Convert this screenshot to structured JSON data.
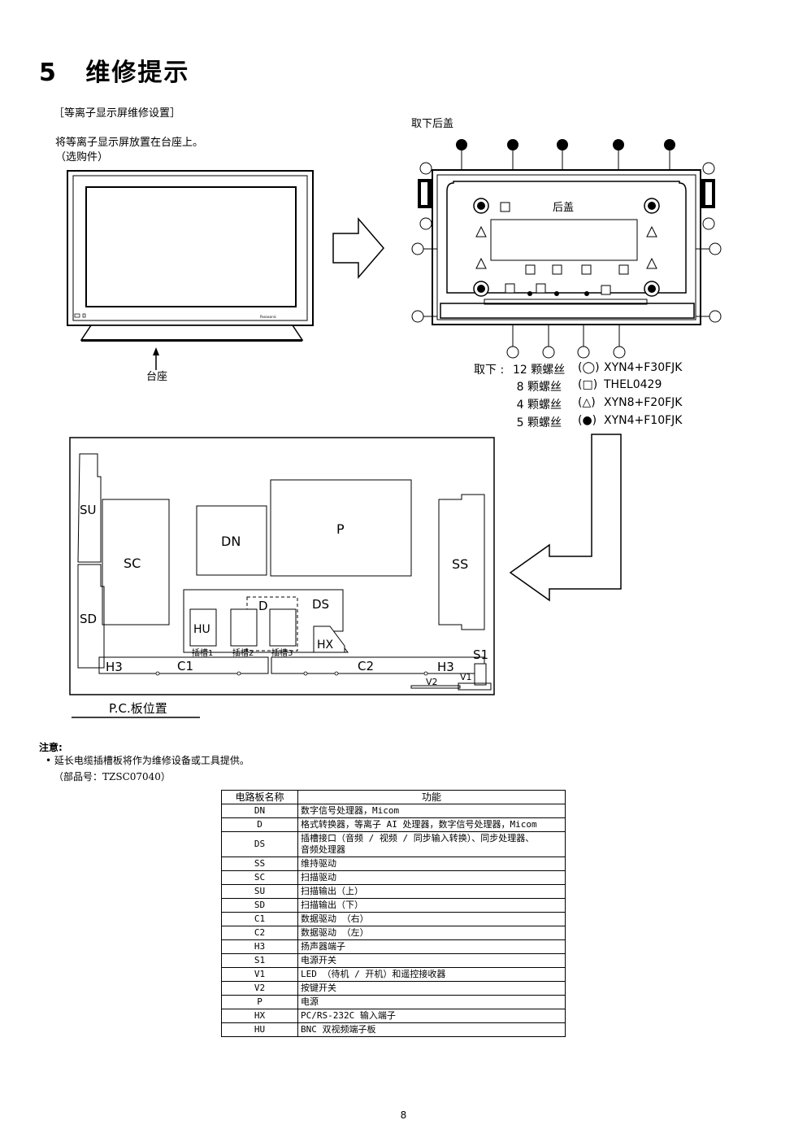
{
  "section": {
    "number": "5",
    "title": "维修提示"
  },
  "setup_heading": "［等离子显示屏维修设置］",
  "place_instruction": "将等离子显示屏放置在台座上。",
  "optional": "（选购件）",
  "stand_label": "台座",
  "tv_brand": "Panasonic",
  "remove_cover_label": "取下后盖",
  "back_cover_label": "后盖",
  "screw_list": {
    "prefix": "取下 :",
    "items": [
      {
        "count": "12 颗螺丝",
        "symbol": "(◯)",
        "part": "XYN4+F30FJK"
      },
      {
        "count": "8 颗螺丝",
        "symbol": "(□)",
        "part": "THEL0429"
      },
      {
        "count": "4 颗螺丝",
        "symbol": "(△)",
        "part": "XYN8+F20FJK"
      },
      {
        "count": "5 颗螺丝",
        "symbol": "(●)",
        "part": "XYN4+F10FJK"
      }
    ]
  },
  "boards": {
    "SU": "SU",
    "SC": "SC",
    "SD": "SD",
    "DN": "DN",
    "P": "P",
    "SS": "SS",
    "D": "D",
    "DS": "DS",
    "HU": "HU",
    "HX": "HX",
    "H3_left": "H3",
    "C1": "C1",
    "C2": "C2",
    "H3_right": "H3",
    "S1": "S1",
    "V2": "V2",
    "V1": "V1",
    "slot1": "插槽1",
    "slot2": "插槽2",
    "slot3": "插槽3"
  },
  "pcb_caption": "P.C.板位置",
  "note": {
    "title": "注意:",
    "line1": "•  延长电缆插槽板将作为维修设备或工具提供。",
    "line2": "（部品号：TZSC07040）"
  },
  "table": {
    "headers": [
      "电路板名称",
      "功能"
    ],
    "rows": [
      [
        "DN",
        "数字信号处理器，Micom"
      ],
      [
        "D",
        "格式转换器，等离子 AI 处理器，数字信号处理器，Micom"
      ],
      [
        "DS",
        "插槽接口（音频 / 视频 / 同步输入转换）、同步处理器、\n音频处理器"
      ],
      [
        "SS",
        "维持驱动"
      ],
      [
        "SC",
        "扫描驱动"
      ],
      [
        "SU",
        "扫描输出（上）"
      ],
      [
        "SD",
        "扫描输出（下）"
      ],
      [
        "C1",
        "数据驱动 （右）"
      ],
      [
        "C2",
        "数据驱动 （左）"
      ],
      [
        "H3",
        "扬声器端子"
      ],
      [
        "S1",
        "电源开关"
      ],
      [
        "V1",
        "LED （待机 / 开机）和遥控接收器"
      ],
      [
        "V2",
        "按键开关"
      ],
      [
        "P",
        "电源"
      ],
      [
        "HX",
        "PC/RS-232C 输入端子"
      ],
      [
        "HU",
        "BNC 双视频端子板"
      ]
    ]
  },
  "page_number": "8"
}
